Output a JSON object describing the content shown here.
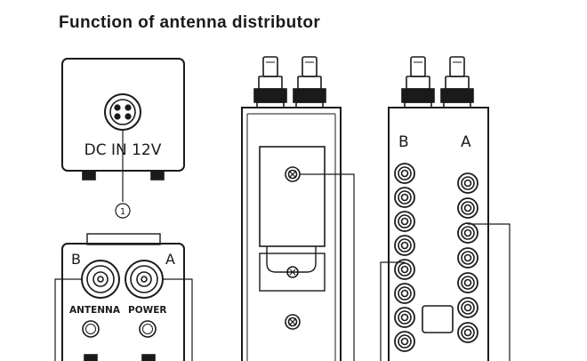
{
  "title": "Function of antenna distributor",
  "labels": {
    "dc_in": "DC IN 12V",
    "callout_1": "1",
    "front_b": "B",
    "front_a": "A",
    "antenna": "ANTENNA",
    "power": "POWER",
    "right_b": "B",
    "right_a": "A"
  },
  "colors": {
    "ink": "#1a1a1a",
    "background": "#ffffff"
  }
}
